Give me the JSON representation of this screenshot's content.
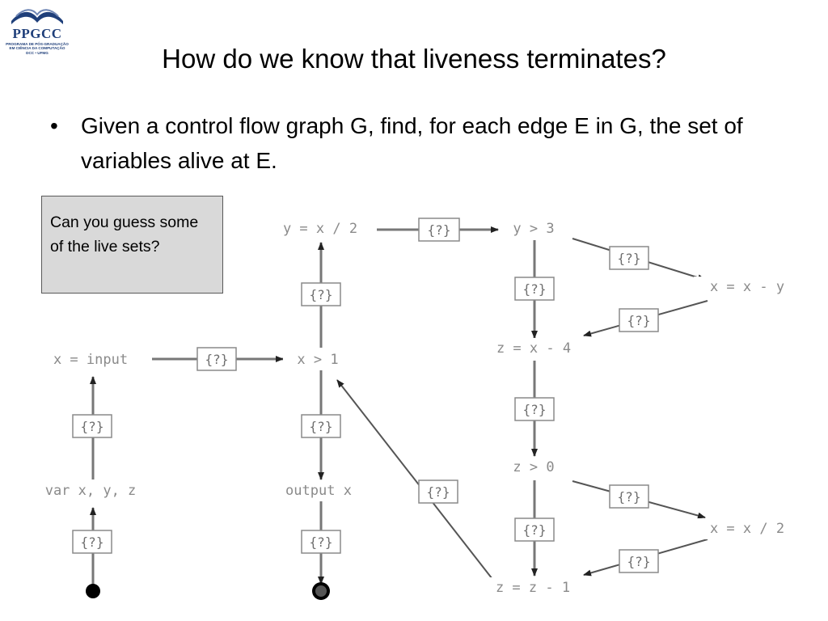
{
  "logo": {
    "name": "PPGCC",
    "subtitle_lines": [
      "PROGRAMA DE PÓS-GRADUAÇÃO",
      "EM CIÊNCIA DA COMPUTAÇÃO",
      "DCC • UFMG"
    ]
  },
  "slide": {
    "title": "How do we know that liveness terminates?",
    "bullet_symbol": "•",
    "bullet_text": "Given a control flow graph G, find, for each edge E in G, the set of variables alive at E."
  },
  "callout": {
    "text": "Can you guess some of the live sets?"
  },
  "diagram": {
    "nodes": {
      "var_decl": "var x, y, z",
      "x_input": "x = input",
      "x_gt_1": "x > 1",
      "y_eq": "y = x / 2",
      "output_x": "output x",
      "y_gt_3": "y > 3",
      "x_eq_x_minus_y": "x = x - y",
      "z_eq_x_minus_4": "z = x - 4",
      "z_gt_0": "z > 0",
      "x_eq_x_div_2": "x = x / 2",
      "z_eq_z_minus_1": "z = z - 1"
    },
    "unknown_set_label": "{?}",
    "unknown_count": 15
  }
}
